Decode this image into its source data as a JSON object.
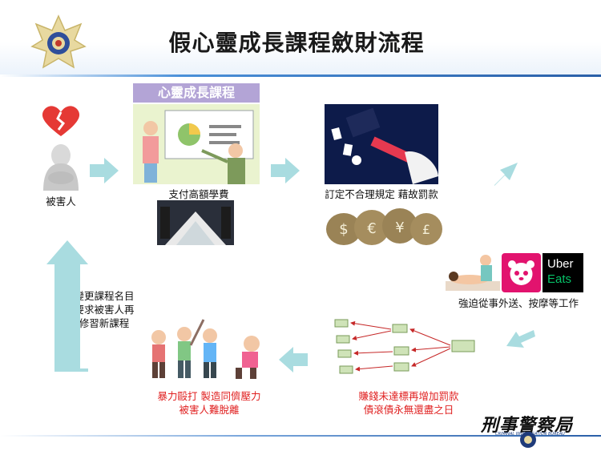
{
  "title": "假心靈成長課程斂財流程",
  "course_banner": "心靈成長課程",
  "steps": {
    "victim": "被害人",
    "pay_fee": "支付高額學費",
    "fine": "訂定不合理規定 藉故罰款",
    "forced_work": "強迫從事外送、按摩等工作",
    "fine_more_1": "賺錢未達標再增加罰款",
    "fine_more_2": "債滾債永無還盡之日",
    "violence_1": "暴力毆打 製造同儕壓力",
    "violence_2": "被害人難脫離",
    "rename_1": "變更課程名目",
    "rename_2": "要求被害人再",
    "rename_3": "修習新課程"
  },
  "logos": {
    "uber_line1": "Uber",
    "uber_line2": "Eats"
  },
  "footer": {
    "agency": "刑事警察局",
    "agency_en": "CRIMINAL INVESTIGATION BUREAU"
  },
  "colors": {
    "arrow": "#a9dce0",
    "red_text": "#e02020",
    "banner": "#b3a4d6",
    "foodpanda": "#e2136e"
  }
}
